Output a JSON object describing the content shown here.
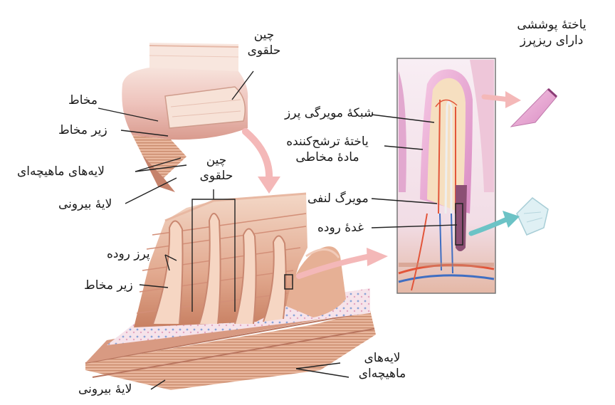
{
  "labels": {
    "circular_fold_top": "چین\nحلقوی",
    "mucosa": "مخاط",
    "submucosa_top": "زیر مخاط",
    "muscle_layers_top": "لایه‌های ماهیچه‌ای",
    "serosa_top": "لایهٔ بیرونی",
    "circular_fold_mid": "چین\nحلقوی",
    "intestinal_villus": "پرز روده",
    "submucosa_bottom": "زیر مخاط",
    "muscle_layers_bottom": "لایه‌های\nماهیچه‌ای",
    "serosa_bottom": "لایهٔ بیرونی",
    "capillary_network": "شبکهٔ مویرگی پرز",
    "mucus_cell": "یاختهٔ ترشح‌کننده\nمادهٔ مخاطی",
    "lacteal": "مویرگ لنفی",
    "intestinal_gland": "غدهٔ روده",
    "epithelial_cell": "یاختهٔ پوششی\nدارای ریزپرز"
  },
  "colors": {
    "muscle": "#c98a6c",
    "mucosa_pink": "#e9b3ad",
    "villus_cream": "#f6dcc0",
    "epithelium_purple": "#c889c0",
    "artery_red": "#e2553a",
    "vein_blue": "#3f6ec2",
    "arrow_pink": "#f2b4b4",
    "arrow_teal": "#6cc3c6",
    "leader_line": "#222222"
  }
}
